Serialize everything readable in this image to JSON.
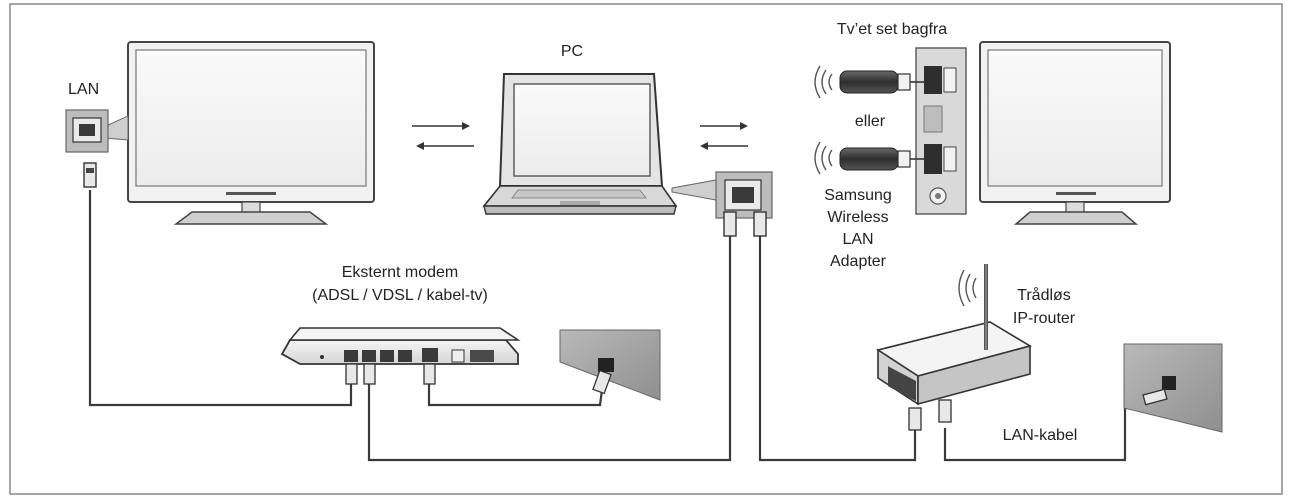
{
  "diagram": {
    "labels": {
      "lan": "LAN",
      "pc": "PC",
      "tv_back": "Tv’et set bagfra",
      "or": "eller",
      "adapter_line1": "Samsung",
      "adapter_line2": "Wireless",
      "adapter_line3": "LAN",
      "adapter_line4": "Adapter",
      "modem_line1": "Eksternt modem",
      "modem_line2": "(ADSL / VDSL / kabel-tv)",
      "router_line1": "Trådløs",
      "router_line2": "IP-router",
      "lan_cable": "LAN-kabel"
    }
  }
}
